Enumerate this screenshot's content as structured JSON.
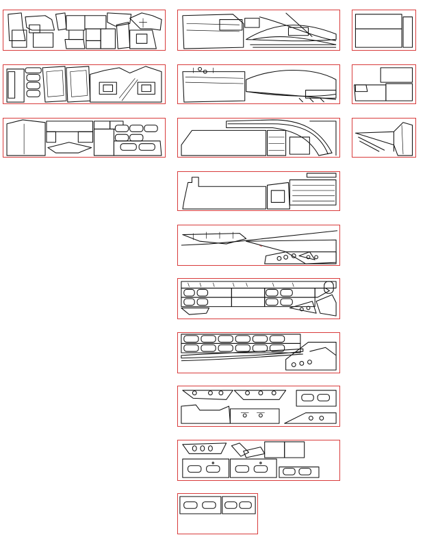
{
  "sheet": {
    "name": "template-layout",
    "border_color": "#d83a3a",
    "line_color": "#111111",
    "background": "#ffffff"
  },
  "panels": [
    {
      "id": "left-1"
    },
    {
      "id": "left-2"
    },
    {
      "id": "left-3"
    },
    {
      "id": "mid-1"
    },
    {
      "id": "mid-2"
    },
    {
      "id": "mid-3"
    },
    {
      "id": "mid-4"
    },
    {
      "id": "mid-5"
    },
    {
      "id": "mid-6"
    },
    {
      "id": "mid-7"
    },
    {
      "id": "mid-8"
    },
    {
      "id": "mid-9"
    },
    {
      "id": "mid-10"
    },
    {
      "id": "right-1"
    },
    {
      "id": "right-2"
    },
    {
      "id": "right-3"
    }
  ]
}
